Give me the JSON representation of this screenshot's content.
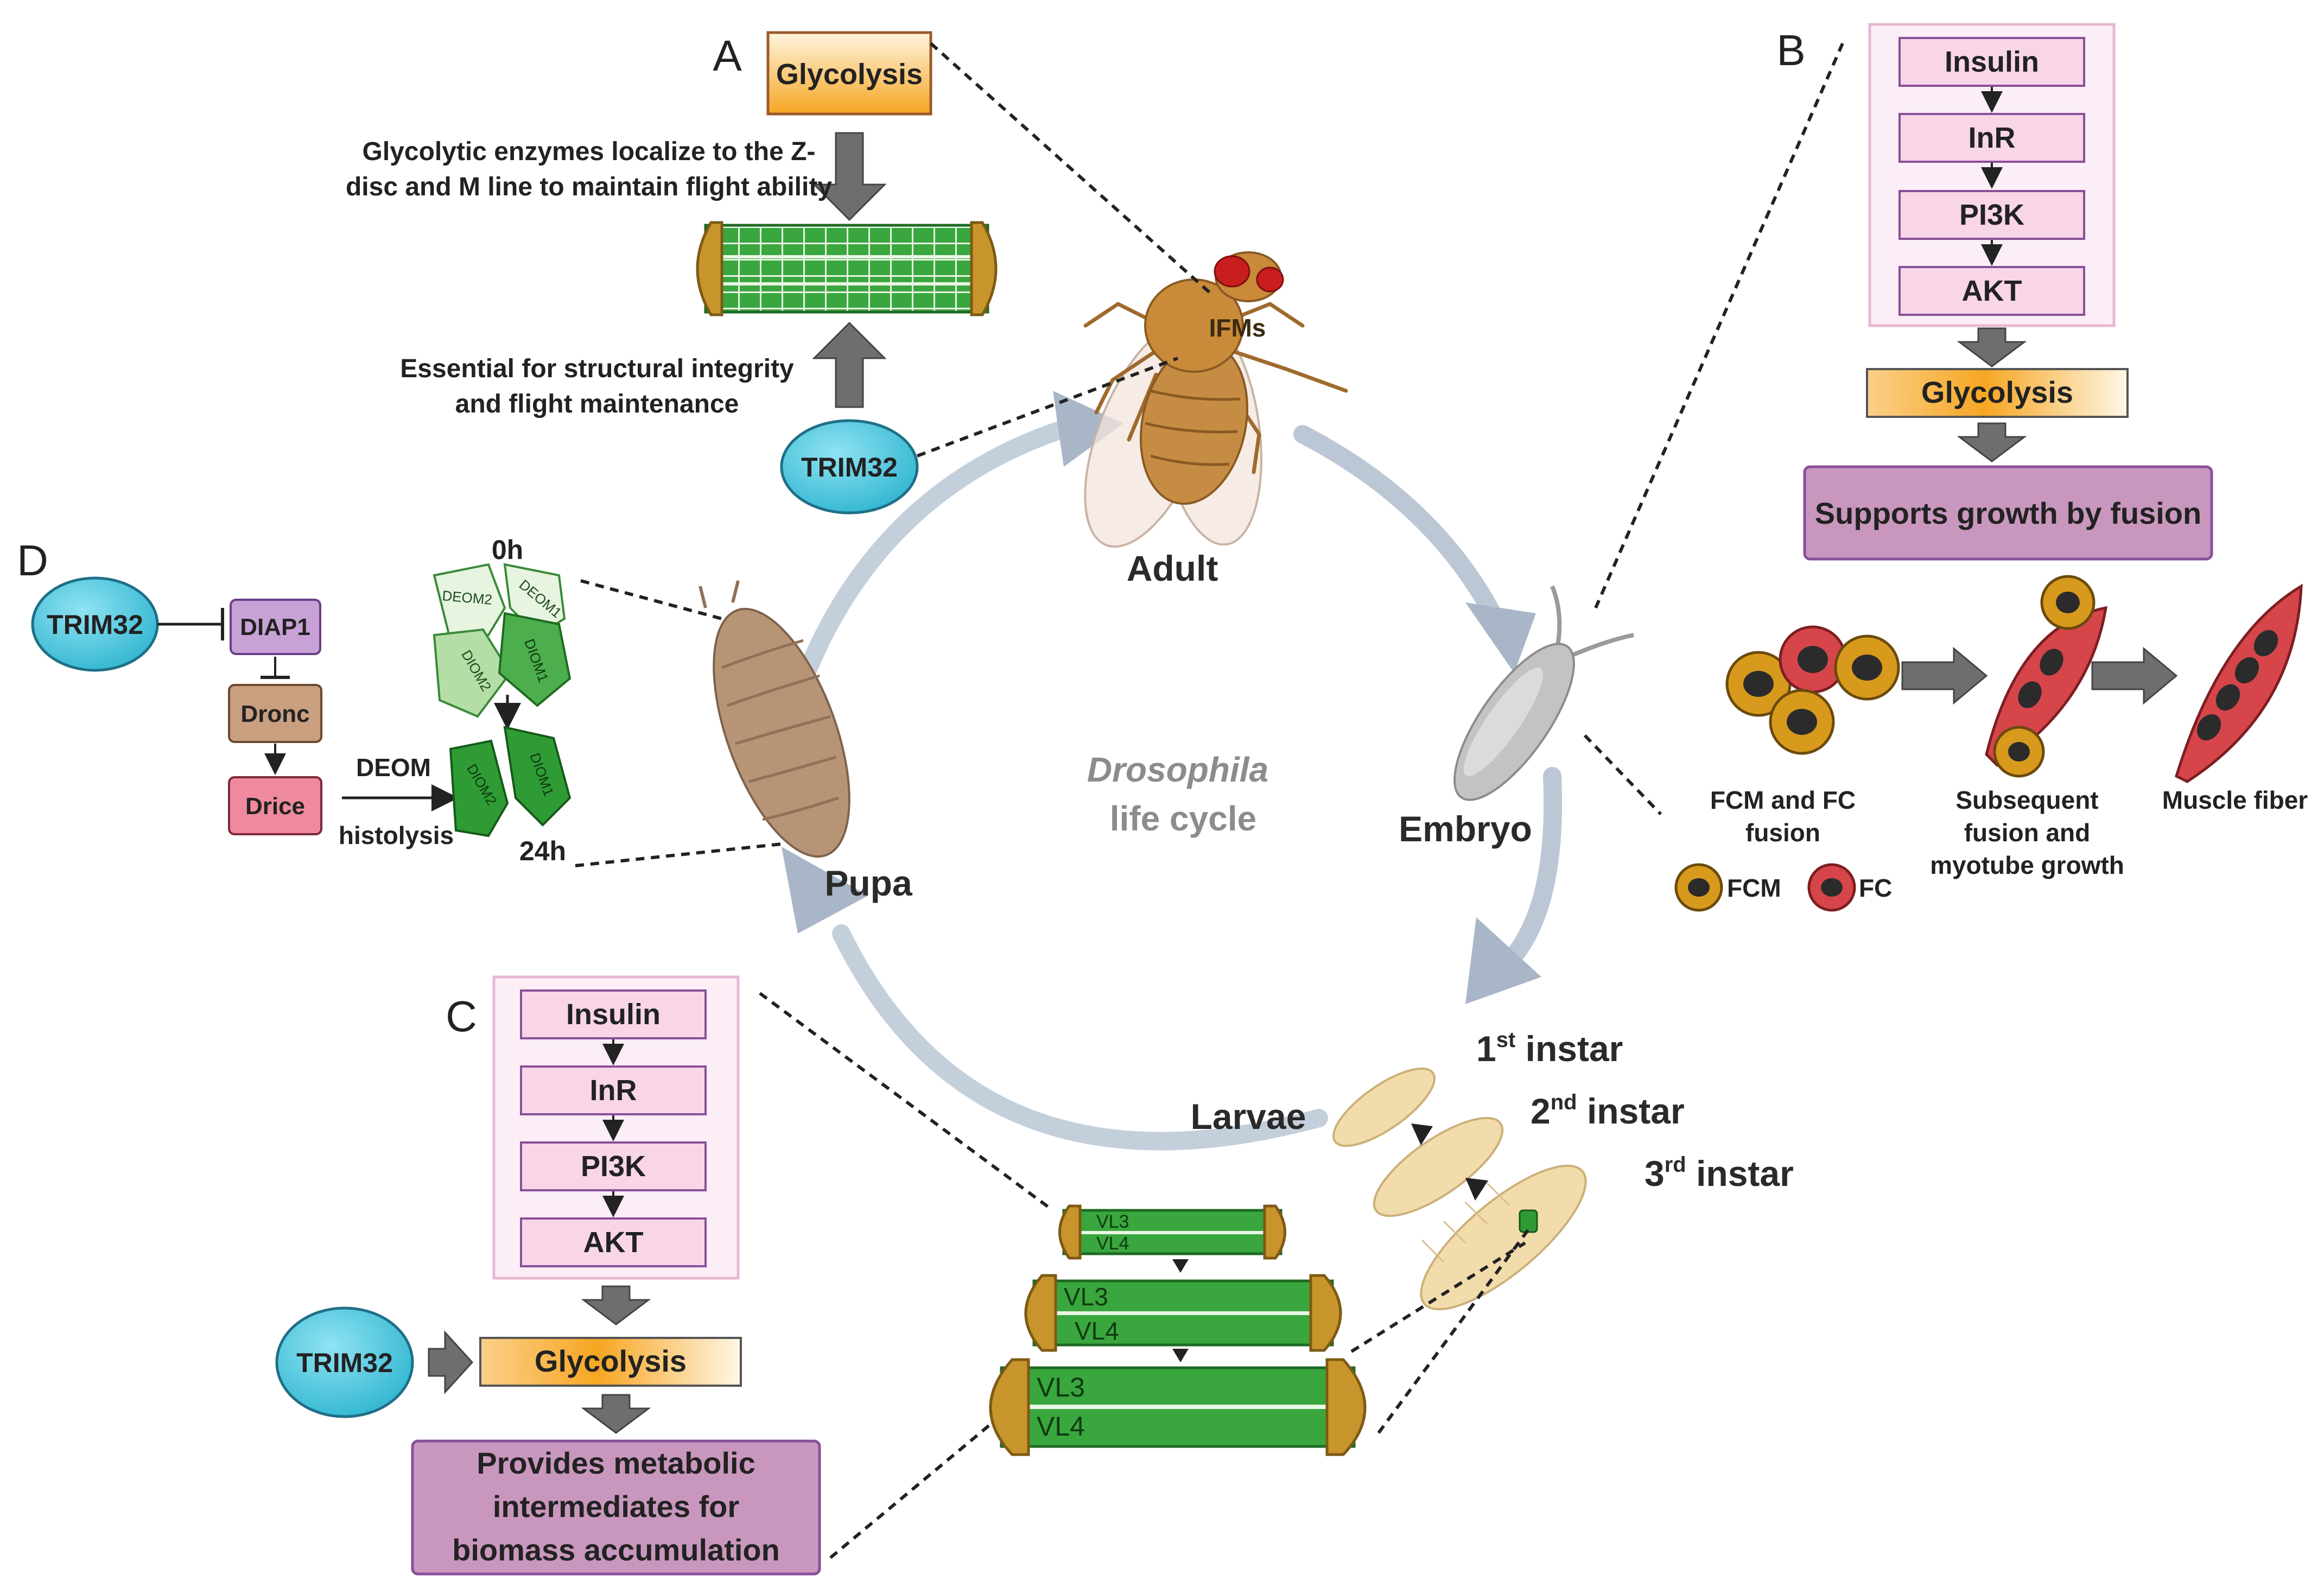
{
  "colors": {
    "cycle_arrow": "#b7c3d3",
    "pink_panel": "#fbeef6",
    "pink_panel_border": "#e8b7d4",
    "pink_box": "#f8d6e8",
    "pink_box_border": "#8a4f9a",
    "purple_box": "#c997bd",
    "purple_box_border": "#8a4f9a",
    "glycolysis_orange": "#f6a623",
    "trim32_fill": "#48c4dc",
    "trim32_border": "#1f6f86",
    "muscle_green": "#2f9b35",
    "muscle_cap": "#c7952c",
    "grey_arrow": "#6e6e6e",
    "fc_red": "#d6454a",
    "fcm_gold": "#d89a1c",
    "larva": "#f3dcab",
    "pupa": "#b79476",
    "embryo": "#b5b5b5",
    "fly_body": "#c98a3a",
    "fly_eye": "#c81e1e",
    "text": "#222222",
    "cycle_text": "#8c8c8c"
  },
  "cycle": {
    "title_italic": "Drosophila",
    "title_rest": "life cycle",
    "stages": {
      "adult": "Adult",
      "embryo": "Embryo",
      "larvae": "Larvae",
      "pupa": "Pupa"
    },
    "ifms_label": "IFMs",
    "instars": [
      {
        "num": "1",
        "sup": "st",
        "word": "instar"
      },
      {
        "num": "2",
        "sup": "nd",
        "word": "instar"
      },
      {
        "num": "3",
        "sup": "rd",
        "word": "instar"
      }
    ]
  },
  "panel_a": {
    "letter": "A",
    "glycolysis": "Glycolysis",
    "text_top_line1": "Glycolytic enzymes localize  to the Z-",
    "text_top_line2": "disc and M line to maintain flight ability",
    "text_bottom_line1": "Essential for structural integrity",
    "text_bottom_line2": "and flight maintenance",
    "trim32": "TRIM32"
  },
  "panel_b": {
    "letter": "B",
    "pathway": [
      "Insulin",
      "InR",
      "PI3K",
      "AKT"
    ],
    "glycolysis": "Glycolysis",
    "outcome": "Supports growth by fusion",
    "fusion_label_line1": "FCM and FC",
    "fusion_label_line2": "fusion",
    "subsequent_line1": "Subsequent",
    "subsequent_line2": "fusion and",
    "subsequent_line3": "myotube growth",
    "muscle_fiber": "Muscle fiber",
    "legend_fcm": "FCM",
    "legend_fc": "FC"
  },
  "panel_c": {
    "letter": "C",
    "pathway": [
      "Insulin",
      "InR",
      "PI3K",
      "AKT"
    ],
    "trim32": "TRIM32",
    "glycolysis": "Glycolysis",
    "outcome_line1": "Provides metabolic",
    "outcome_line2": "intermediates for",
    "outcome_line3": "biomass accumulation",
    "muscles": [
      {
        "top": "VL3",
        "bottom": "VL4"
      },
      {
        "top": "VL3",
        "bottom": "VL4"
      },
      {
        "top": "VL3",
        "bottom": "VL4"
      }
    ]
  },
  "panel_d": {
    "letter": "D",
    "trim32": "TRIM32",
    "diap1": "DIAP1",
    "dronc": "Dronc",
    "drice": "Drice",
    "deom_label": "DEOM",
    "histolysis_label": "histolysis",
    "time_start": "0h",
    "time_end": "24h",
    "muscle_labels": {
      "deom2": "DEOM2",
      "deom1": "DEOM1",
      "diom2": "DIOM2",
      "diom1": "DIOM1"
    }
  }
}
